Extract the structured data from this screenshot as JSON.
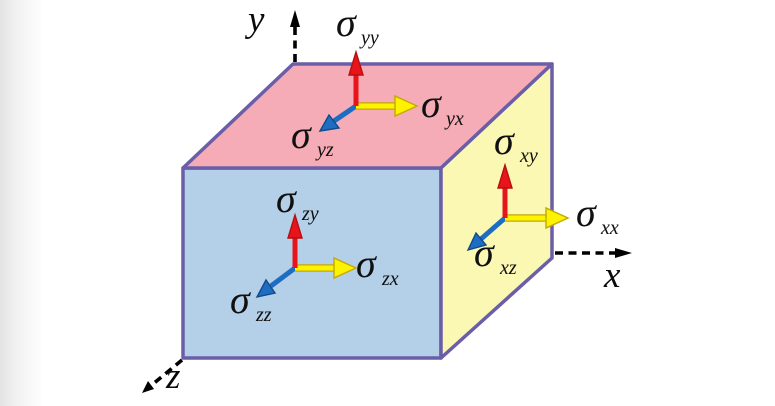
{
  "figure": {
    "type": "stress-element-cube"
  },
  "colors": {
    "background": "#ffffff",
    "face_top": "#f5acb6",
    "face_front": "#b4cfe8",
    "face_right": "#fbf8b4",
    "edge": "#6b5ea8",
    "axis": "#000000",
    "arrow_red": "#e8141c",
    "arrow_red_outline": "#b80e10",
    "arrow_yellow": "#fdf200",
    "arrow_yellow_outline": "#c3a900",
    "arrow_blue": "#1d6ec2",
    "arrow_blue_outline": "#114a8a"
  },
  "axes": {
    "x": {
      "label": "x"
    },
    "y": {
      "label": "y"
    },
    "z": {
      "label": "z"
    }
  },
  "stress": {
    "yy": {
      "symbol": "σ",
      "subscript": "yy"
    },
    "yx": {
      "symbol": "σ",
      "subscript": "yx"
    },
    "yz": {
      "symbol": "σ",
      "subscript": "yz"
    },
    "zy": {
      "symbol": "σ",
      "subscript": "zy"
    },
    "zx": {
      "symbol": "σ",
      "subscript": "zx"
    },
    "zz": {
      "symbol": "σ",
      "subscript": "zz"
    },
    "xy": {
      "symbol": "σ",
      "subscript": "xy"
    },
    "xx": {
      "symbol": "σ",
      "subscript": "xx"
    },
    "xz": {
      "symbol": "σ",
      "subscript": "xz"
    }
  }
}
